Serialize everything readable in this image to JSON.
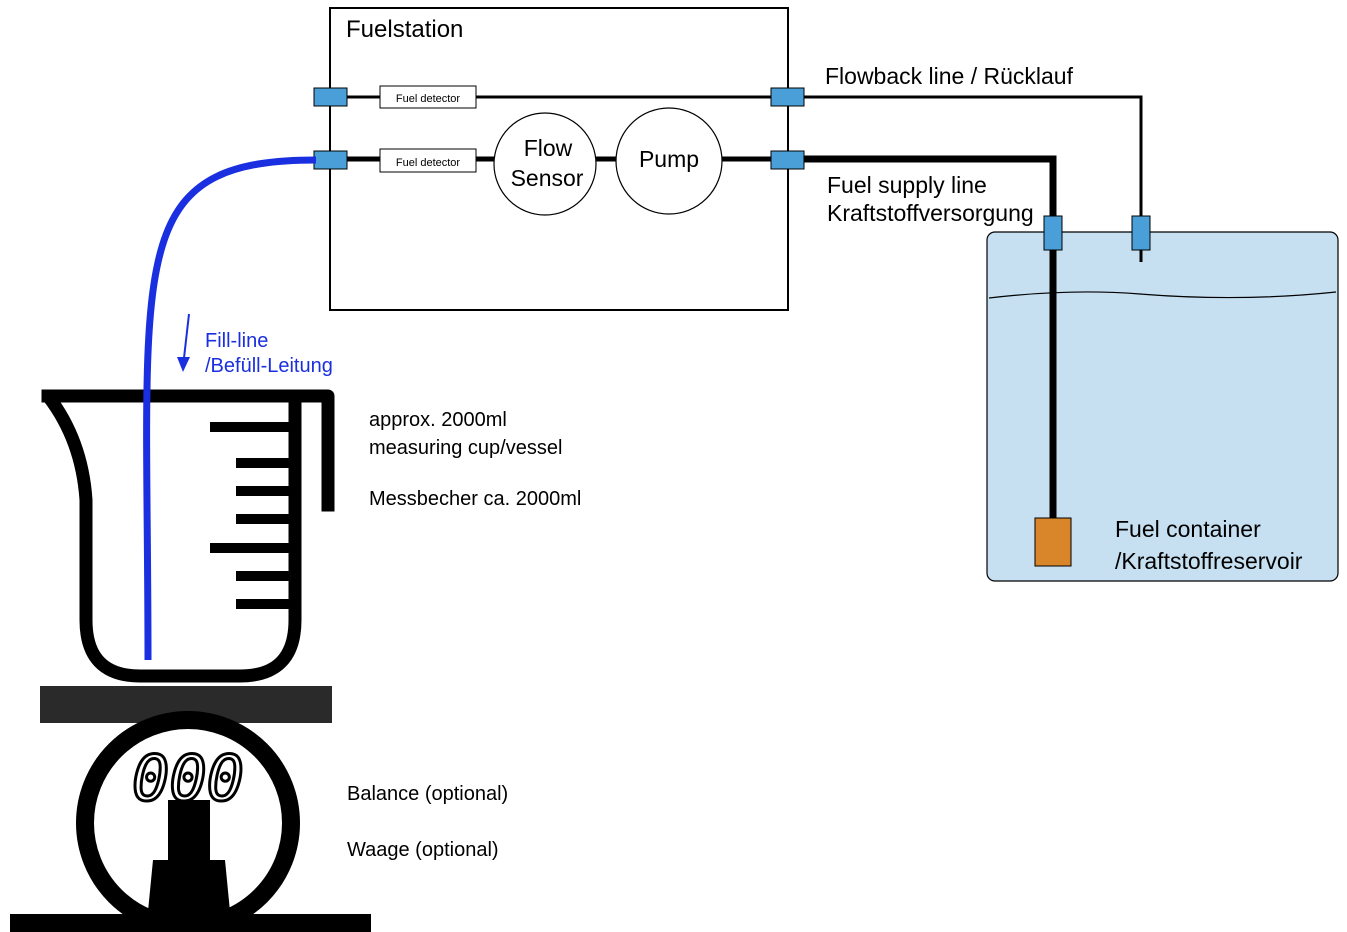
{
  "fuelstation": {
    "title": "Fuelstation",
    "detector_top": "Fuel detector",
    "detector_bottom": "Fuel detector",
    "flow_sensor_line1": "Flow",
    "flow_sensor_line2": "Sensor",
    "pump": "Pump"
  },
  "lines": {
    "flowback": "Flowback line / Rücklauf",
    "supply_line1": "Fuel supply line",
    "supply_line2": "Kraftstoffversorgung",
    "fill_line1": "Fill-line",
    "fill_line2": "/Befüll-Leitung"
  },
  "container": {
    "label_line1": "Fuel container",
    "label_line2": "/Kraftstoffreservoir"
  },
  "cup": {
    "label_line1": "approx. 2000ml",
    "label_line2": "measuring cup/vessel",
    "label_line3": "Messbecher ca. 2000ml"
  },
  "balance": {
    "display": "000",
    "label_line1": "Balance (optional)",
    "label_line2": "Waage (optional)"
  },
  "colors": {
    "fill_line": "#1a2fe0",
    "connector": "#4a9fd8",
    "tank_fill": "#c6dff1",
    "filter": "#d9862a"
  }
}
